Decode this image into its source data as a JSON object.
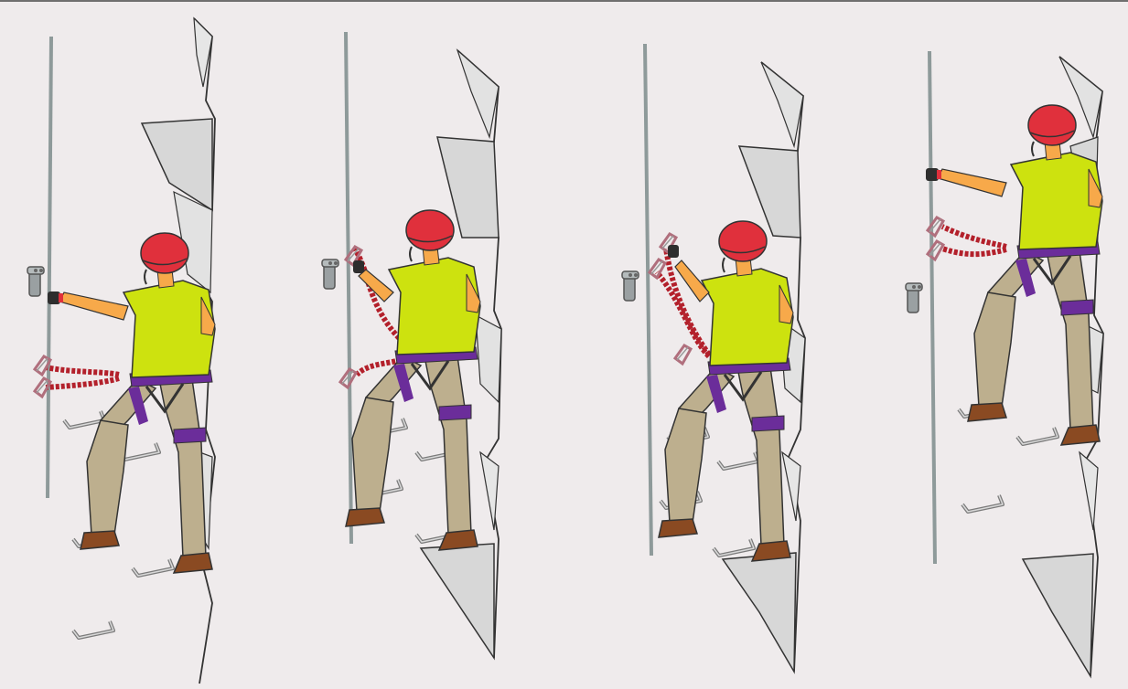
{
  "figure": {
    "background": "#efebec",
    "panel_count": 4,
    "panels": [
      {
        "step": 1,
        "description_key": "both-lanyards-clipped-on-rope-moving-up"
      },
      {
        "step": 2,
        "description_key": "unclip-first-carabiner-below-anchor"
      },
      {
        "step": 3,
        "description_key": "clip-first-carabiner-above-anchor"
      },
      {
        "step": 4,
        "description_key": "both-lanyards-above-anchor-continue-climbing"
      }
    ]
  },
  "colors": {
    "rock_face": "#f6f4f4",
    "rock_shade": "#cfcfcf",
    "rock_outline": "#333333",
    "cable": "#8e9a9a",
    "helmet": "#e0303c",
    "shirt": "#cde20f",
    "skin": "#f7a94a",
    "pants": "#bdaf8e",
    "harness": "#6b2d9a",
    "boots": "#8a4a22",
    "gloves": "#2e2e2e",
    "lanyard": "#b3202b",
    "carabiner": "#b06f7d",
    "rung": "#8e8e8e"
  },
  "icons": [
    "climber-icon",
    "helmet-icon",
    "carabiner-icon",
    "cable-anchor-icon",
    "rung-icon",
    "rock-face-icon"
  ]
}
